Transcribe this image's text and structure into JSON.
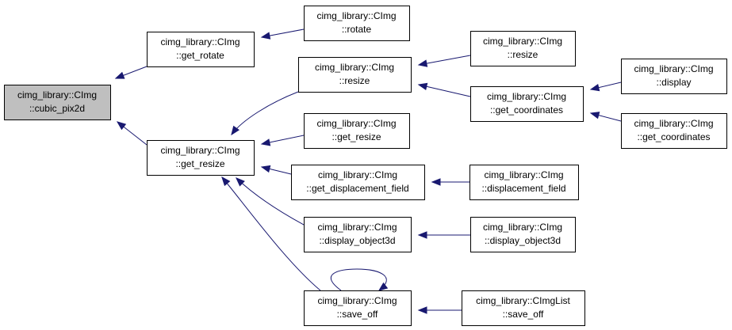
{
  "graph": {
    "colors": {
      "edge": "#191970",
      "root_fill": "#bfbfbf",
      "node_fill": "#ffffff",
      "border": "#000000"
    },
    "nodes": [
      {
        "id": "root",
        "lines": [
          "cimg_library::CImg",
          "::cubic_pix2d"
        ],
        "root": true
      },
      {
        "id": "grot",
        "lines": [
          "cimg_library::CImg",
          "::get_rotate"
        ]
      },
      {
        "id": "gres",
        "lines": [
          "cimg_library::CImg",
          "::get_resize"
        ]
      },
      {
        "id": "rot",
        "lines": [
          "cimg_library::CImg",
          "::rotate"
        ]
      },
      {
        "id": "res1",
        "lines": [
          "cimg_library::CImg",
          "::resize"
        ]
      },
      {
        "id": "gres2",
        "lines": [
          "cimg_library::CImg",
          "::get_resize"
        ]
      },
      {
        "id": "gdf",
        "lines": [
          "cimg_library::CImg",
          "::get_displacement_field"
        ]
      },
      {
        "id": "do3",
        "lines": [
          "cimg_library::CImg",
          "::display_object3d"
        ]
      },
      {
        "id": "so",
        "lines": [
          "cimg_library::CImg",
          "::save_off"
        ]
      },
      {
        "id": "res2",
        "lines": [
          "cimg_library::CImg",
          "::resize"
        ]
      },
      {
        "id": "gco1",
        "lines": [
          "cimg_library::CImg",
          "::get_coordinates"
        ]
      },
      {
        "id": "df",
        "lines": [
          "cimg_library::CImg",
          "::displacement_field"
        ]
      },
      {
        "id": "do3b",
        "lines": [
          "cimg_library::CImg",
          "::display_object3d"
        ]
      },
      {
        "id": "lso",
        "lines": [
          "cimg_library::CImgList",
          "::save_off"
        ]
      },
      {
        "id": "disp",
        "lines": [
          "cimg_library::CImg",
          "::display"
        ]
      },
      {
        "id": "gco2",
        "lines": [
          "cimg_library::CImg",
          "::get_coordinates"
        ]
      }
    ],
    "edges": [
      {
        "from": "grot",
        "to": "root"
      },
      {
        "from": "gres",
        "to": "root"
      },
      {
        "from": "rot",
        "to": "grot"
      },
      {
        "from": "res1",
        "to": "gres"
      },
      {
        "from": "gres2",
        "to": "gres"
      },
      {
        "from": "gdf",
        "to": "gres"
      },
      {
        "from": "do3",
        "to": "gres"
      },
      {
        "from": "so",
        "to": "gres"
      },
      {
        "from": "res2",
        "to": "res1"
      },
      {
        "from": "gco1",
        "to": "res1"
      },
      {
        "from": "df",
        "to": "gdf"
      },
      {
        "from": "do3b",
        "to": "do3"
      },
      {
        "from": "lso",
        "to": "so"
      },
      {
        "from": "so",
        "to": "so"
      },
      {
        "from": "disp",
        "to": "gco1"
      },
      {
        "from": "gco2",
        "to": "gco1"
      }
    ]
  }
}
